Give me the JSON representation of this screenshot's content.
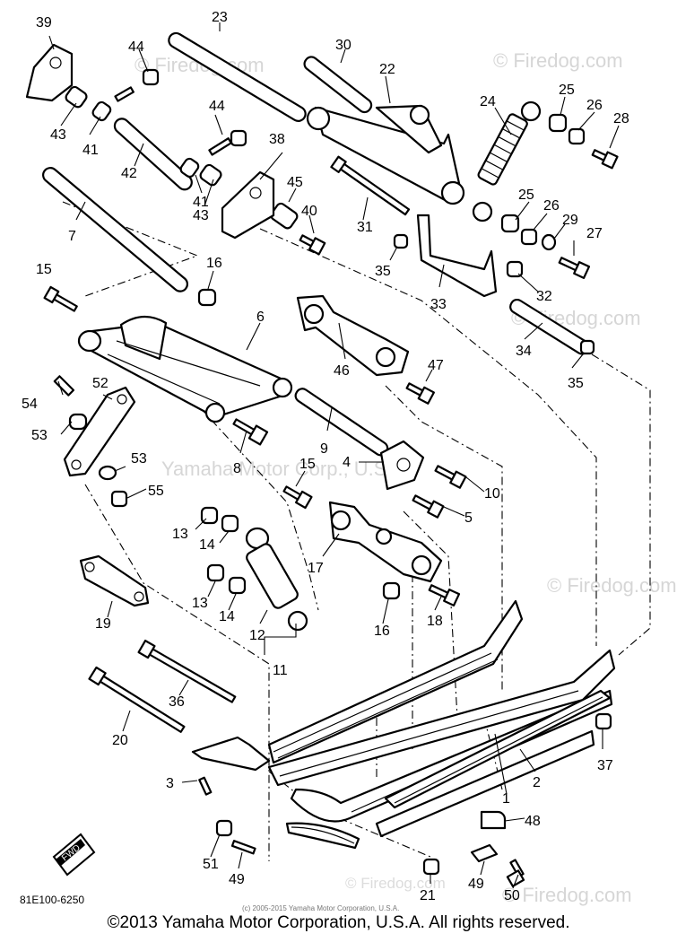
{
  "diagram": {
    "drawing_code": "81E100-6250",
    "fwd_badge": "FWD",
    "source_note": "(c) 2005-2015 Yamaha Motor Corporation, U.S.A.",
    "footer": "©2013 Yamaha Motor Corporation, U.S.A. All rights reserved.",
    "watermarks": {
      "firedog": "© Firedog.com",
      "firedog_short": "Firedog.com",
      "yamaha": "Yamaha Motor Corp., U.S.A."
    },
    "callouts": [
      "1",
      "2",
      "3",
      "4",
      "5",
      "6",
      "7",
      "8",
      "9",
      "10",
      "11",
      "12",
      "13",
      "14",
      "15",
      "16",
      "17",
      "18",
      "19",
      "20",
      "21",
      "22",
      "23",
      "24",
      "25",
      "26",
      "27",
      "28",
      "29",
      "30",
      "31",
      "32",
      "33",
      "34",
      "35",
      "36",
      "37",
      "38",
      "39",
      "40",
      "41",
      "42",
      "43",
      "44",
      "45",
      "46",
      "47",
      "48",
      "49",
      "50",
      "51",
      "52",
      "53",
      "54",
      "55"
    ]
  }
}
